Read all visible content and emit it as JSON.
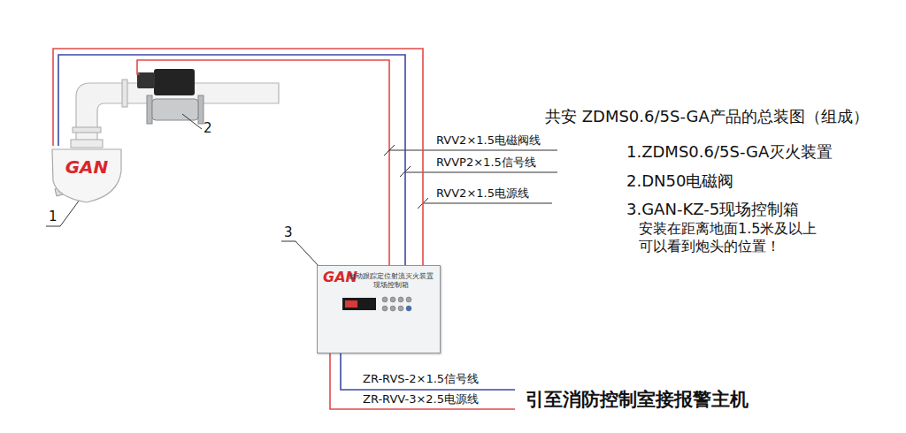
{
  "diagram": {
    "title": "共安 ZDMS0.6/5S-GA产品的总装图（组成）",
    "nodes": [
      {
        "text": [
          "GAN"
        ]
      },
      {
        "text": [
          "GAN",
          "自动跟踪定位射流灭火装置 现场控制箱"
        ]
      }
    ],
    "edges": [
      {
        "from": 1,
        "to": 0,
        "arrow": "none"
      },
      {
        "from": 1,
        "to": 0,
        "arrow": "none"
      }
    ],
    "labels": [
      "1",
      "2",
      "3",
      "RVV2×1.5电磁阀线",
      "RVVP2×1.5信号线",
      "RVV2×1.5电源线",
      "1.ZDMS0.6/5S-GA灭火装置",
      "2.DN50电磁阀",
      "3.GAN-KZ-5现场控制箱",
      "安装在距离地面1.5米及以上 可以看到炮头的位置！",
      "ZR-RVS-2×1.5信号线",
      "ZR-RVV-3×2.5电源线",
      "引至消防控制室接报警主机"
    ]
  }
}
